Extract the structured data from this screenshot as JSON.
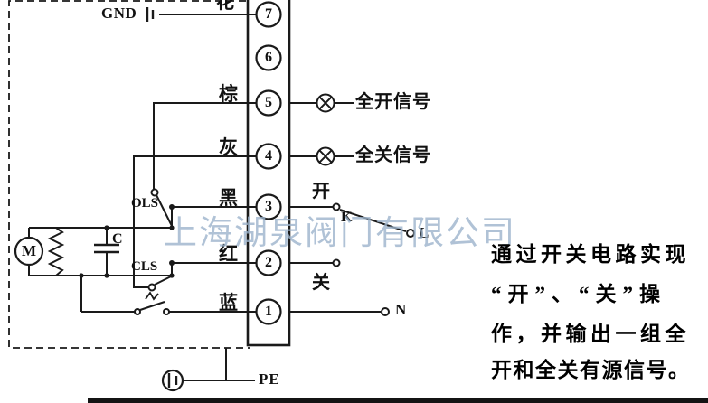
{
  "watermark": "上海湖泉阀门有限公司",
  "terminal_block": {
    "terminals": [
      {
        "num": "7",
        "wire": "花"
      },
      {
        "num": "6",
        "wire": ""
      },
      {
        "num": "5",
        "wire": "棕"
      },
      {
        "num": "4",
        "wire": "灰"
      },
      {
        "num": "3",
        "wire": "黑"
      },
      {
        "num": "2",
        "wire": "红"
      },
      {
        "num": "1",
        "wire": "蓝"
      }
    ]
  },
  "labels": {
    "gnd": "GND",
    "motor": "M",
    "capacitor": "C",
    "open_limit_switch": "OLS",
    "close_limit_switch": "CLS",
    "pe": "PE",
    "open": "开",
    "close": "关",
    "switch_k": "K",
    "live": "L",
    "neutral": "N",
    "full_open_signal": "全开信号",
    "full_close_signal": "全关信号"
  },
  "description_lines": [
    "通过开关电路实现",
    "“开”、“关”操",
    "作，并输出一组全",
    "开和全关有源信号。"
  ],
  "colors": {
    "line": "#1a1a1a",
    "watermark": "#9db4cc"
  }
}
